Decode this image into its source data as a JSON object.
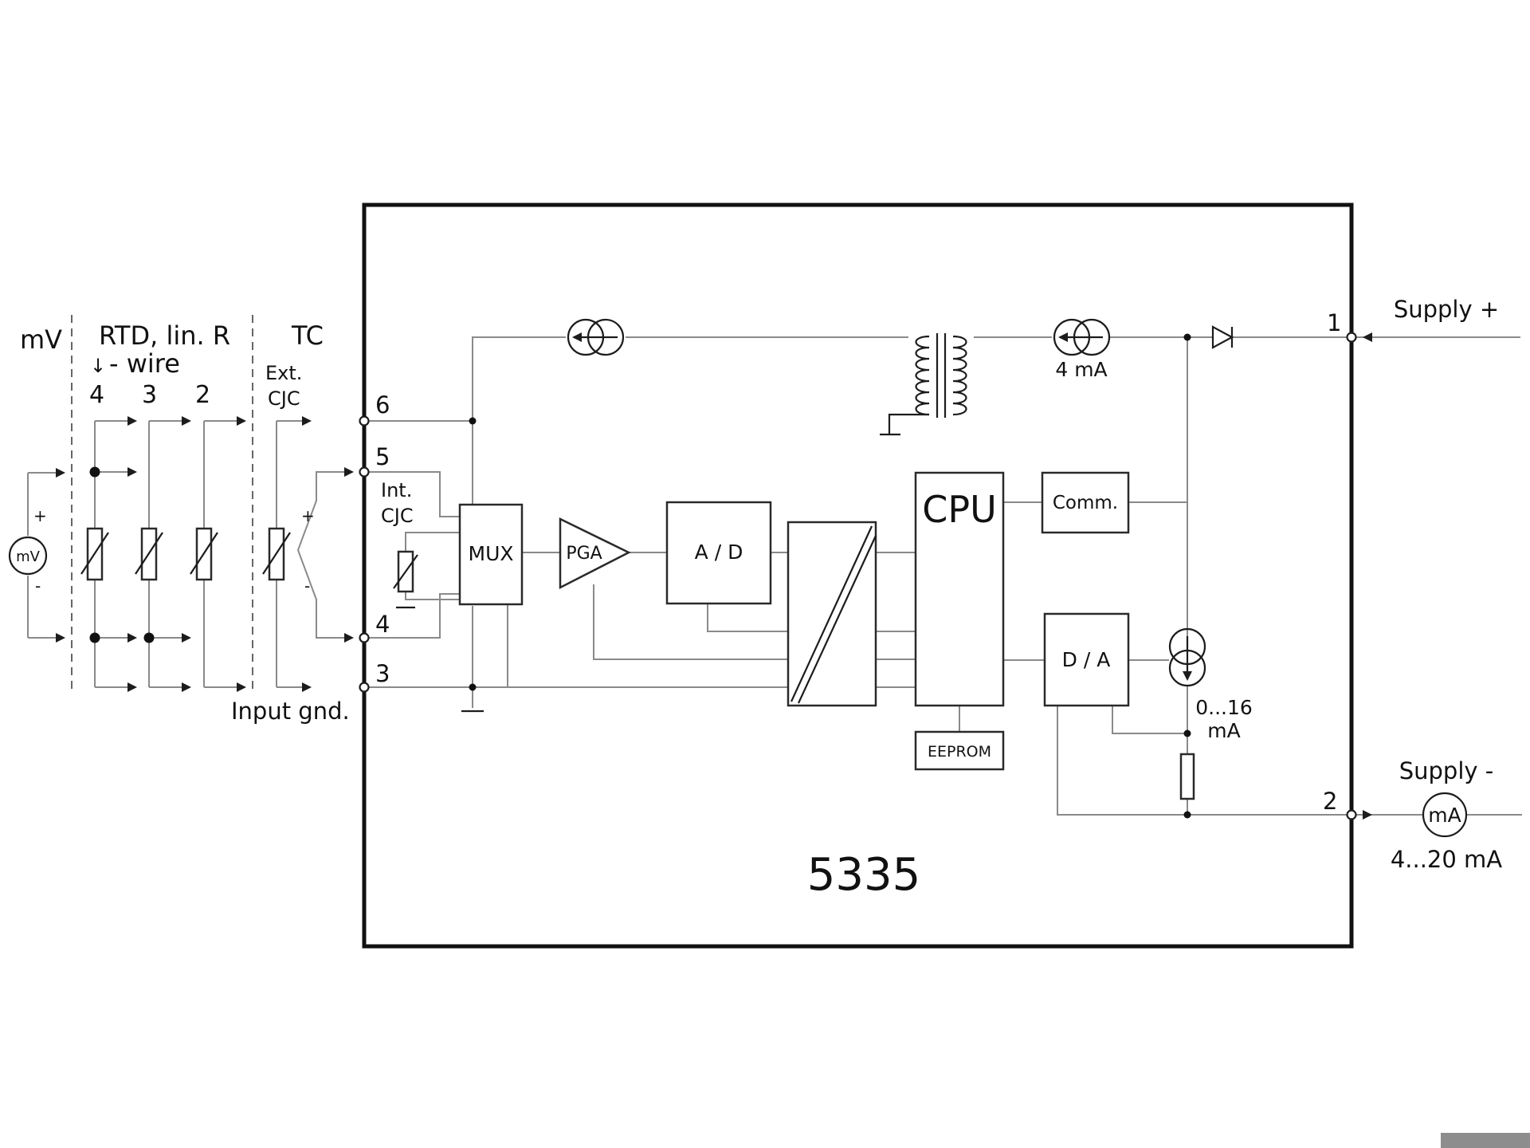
{
  "device_label": "5335",
  "inputs": {
    "mv": "mV",
    "rtd": "RTD, lin. R",
    "wire_prefix": "↓",
    "wire": "- wire",
    "wire_counts": [
      "4",
      "3",
      "2"
    ],
    "tc": "TC",
    "ext_cjc_1": "Ext.",
    "ext_cjc_2": "CJC",
    "mv_source": "mV",
    "plus": "+",
    "minus": "-",
    "input_gnd": "Input gnd."
  },
  "terminals": {
    "t1": "1",
    "t2": "2",
    "t3": "3",
    "t4": "4",
    "t5": "5",
    "t6": "6"
  },
  "blocks": {
    "int_cjc_1": "Int.",
    "int_cjc_2": "CJC",
    "mux": "MUX",
    "pga": "PGA",
    "ad": "A / D",
    "cpu": "CPU",
    "comm": "Comm.",
    "da": "D / A",
    "eeprom": "EEPROM"
  },
  "currents": {
    "four_ma": "4 mA",
    "zero16_1": "0...16",
    "zero16_2": "mA"
  },
  "supply": {
    "plus": "Supply +",
    "minus": "Supply -",
    "meter": "mA",
    "range": "4...20 mA"
  }
}
